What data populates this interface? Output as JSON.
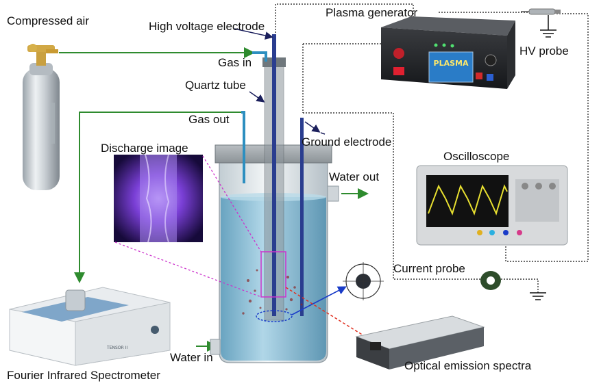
{
  "labels": {
    "compressed_air": "Compressed air",
    "high_voltage_electrode": "High voltage electrode",
    "plasma_generator": "Plasma generator",
    "hv_probe": "HV probe",
    "gas_in": "Gas in",
    "quartz_tube": "Quartz tube",
    "gas_out": "Gas out",
    "discharge_image": "Discharge image",
    "ground_electrode": "Ground electrode",
    "oscilloscope": "Oscilloscope",
    "water_out": "Water out",
    "current_probe": "Current probe",
    "water_in": "Water in",
    "fourier_infrared_spectrometer": "Fourier Infrared Spectrometer",
    "optical_emission_spectra": "Optical emission spectra"
  },
  "device_text": {
    "plasma_screen": "PLASMA",
    "spectrometer_brand": "TENSOR II"
  },
  "colors": {
    "gas_line": "#2e8b2e",
    "signal_line": "#1a3cc8",
    "discharge_link": "#cc33cc",
    "optical_link": "#e03020",
    "water": "#7fb8d4",
    "electrode": "#2a3d8f"
  }
}
